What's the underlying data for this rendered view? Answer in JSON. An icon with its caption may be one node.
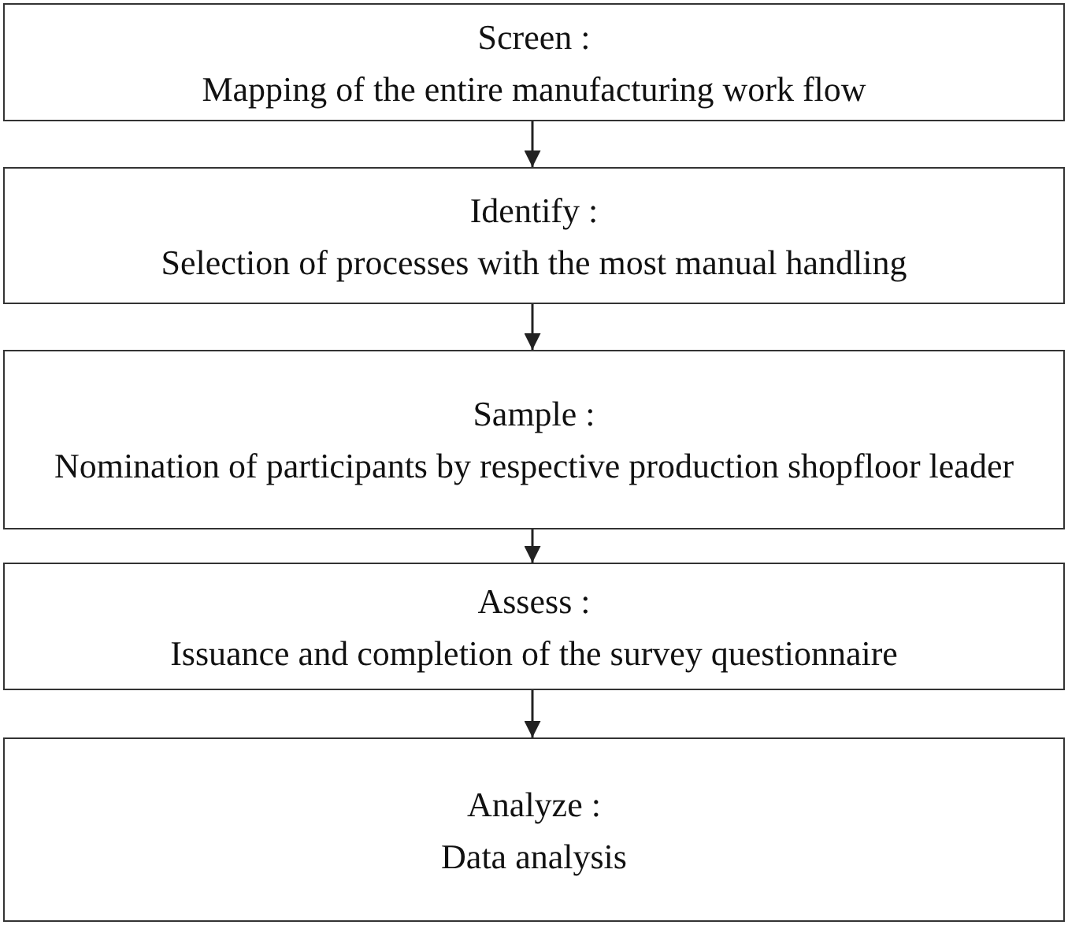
{
  "diagram": {
    "nodes": [
      {
        "text": [
          "Screen :",
          "Mapping of the entire manufacturing work flow"
        ]
      },
      {
        "text": [
          "Identify :",
          "Selection of processes with the most manual handling"
        ]
      },
      {
        "text": [
          "Sample :",
          "Nomination of participants by respective production shopfloor leader"
        ]
      },
      {
        "text": [
          "Assess :",
          "Issuance and completion of the survey questionnaire"
        ]
      },
      {
        "text": [
          "Analyze :",
          "Data analysis"
        ]
      }
    ],
    "edges": [
      {
        "from": 0,
        "to": 1,
        "arrow": "to"
      },
      {
        "from": 1,
        "to": 2,
        "arrow": "to"
      },
      {
        "from": 2,
        "to": 3,
        "arrow": "to"
      },
      {
        "from": 3,
        "to": 4,
        "arrow": "to"
      }
    ]
  }
}
